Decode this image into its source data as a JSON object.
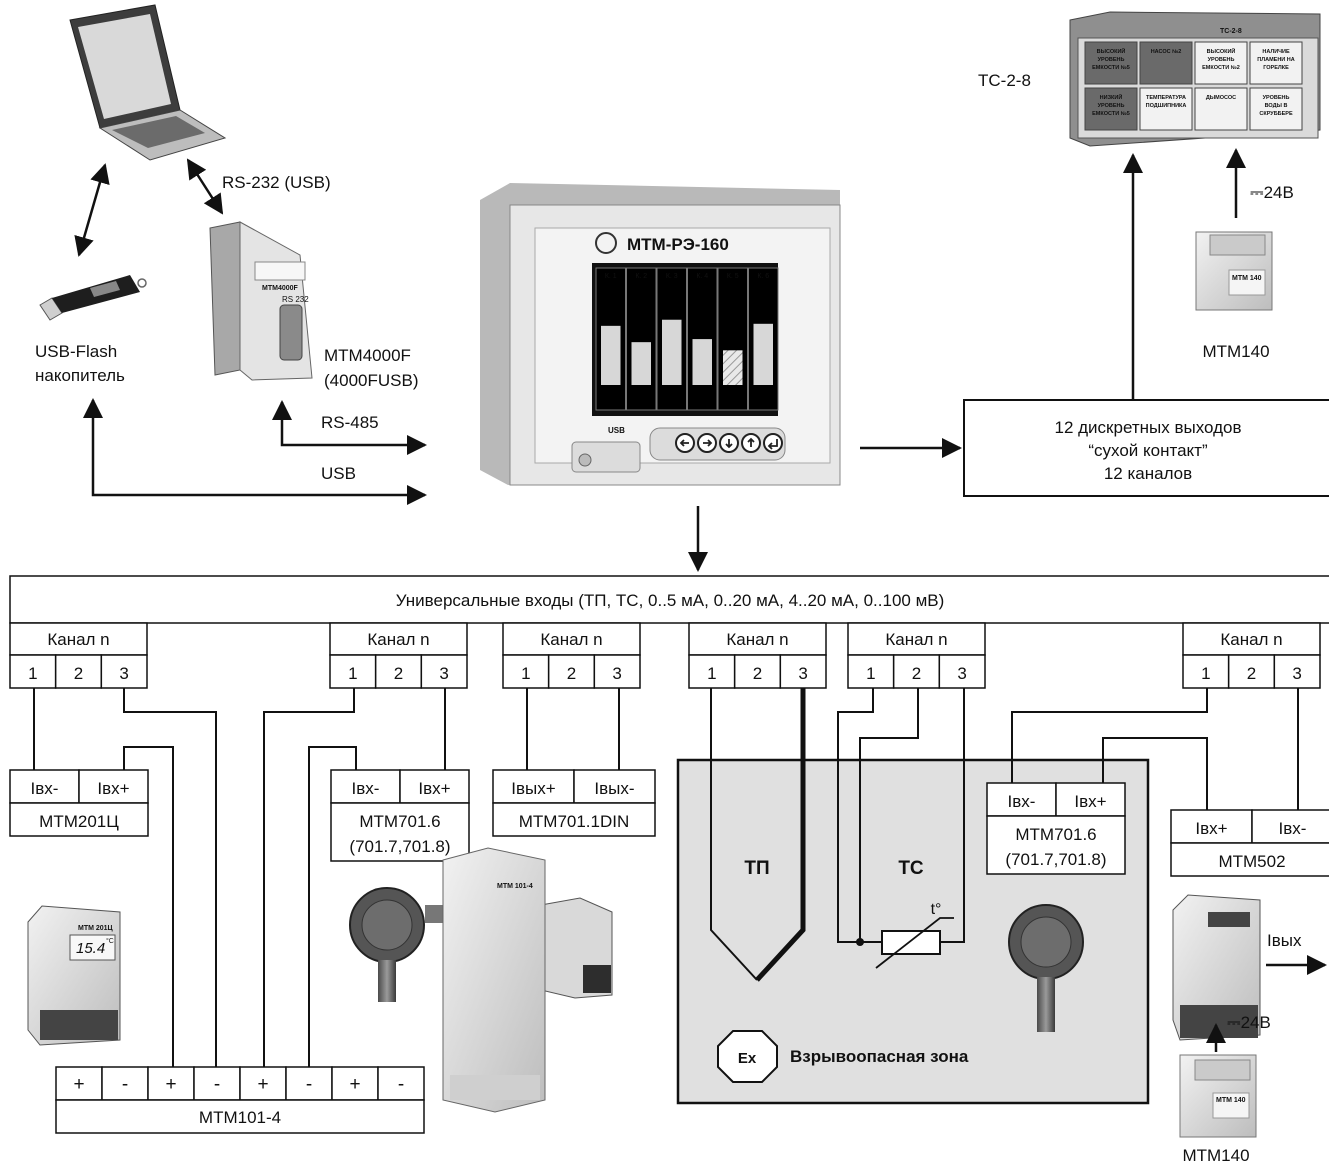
{
  "pc": {
    "rs232_label": "RS-232 (USB)",
    "usb_flash_label_1": "USB-Flash",
    "usb_flash_label_2": "накопитель",
    "converter_label_1": "МТМ4000F",
    "converter_label_2": "(4000FUSB)",
    "rs485_label": "RS-485",
    "usb_label": "USB",
    "converter_marking": "МТМ4000F",
    "converter_port": "RS 232"
  },
  "controller": {
    "title": "МТМ-РЭ-160",
    "channel_tabs": [
      "К. 1",
      "К. 2",
      "К. 3",
      "К. 4",
      "К. 5",
      "К. 6"
    ],
    "bar_levels": [
      0.58,
      0.42,
      0.64,
      0.45,
      0.34,
      0.6
    ],
    "usb_label": "USB"
  },
  "discrete_outputs": {
    "line1": "12 дискретных выходов",
    "line2": "“сухой контакт”",
    "line3": "12 каналов"
  },
  "signal_panel": {
    "label": "ТС-2-8",
    "mini_label": "ТС-2-8",
    "cells": [
      "ВЫСОКИЙ УРОВЕНЬ ЕМКОСТИ №5",
      "НАСОС №2",
      "ВЫСОКИЙ УРОВЕНЬ ЕМКОСТИ №2",
      "НАЛИЧИЕ ПЛАМЕНИ НА ГОРЕЛКЕ",
      "НИЗКИЙ УРОВЕНЬ ЕМКОСТИ №5",
      "ТЕМПЕРАТУРА ПОДШИПНИКА",
      "ДЫМОСОС",
      "УРОВЕНЬ ВОДЫ В СКРУББЕРЕ"
    ]
  },
  "power_top": {
    "voltage": "24В",
    "dc_symbol": "⎓",
    "label": "МТМ140",
    "device_marking": "МТМ 140"
  },
  "universal_inputs": {
    "title": "Универсальные входы (ТП, ТС, 0..5 мА, 0..20 мА, 4..20 мА, 0..100 мВ)",
    "channel_label": "Канал n",
    "pins": [
      "1",
      "2",
      "3"
    ]
  },
  "devices": {
    "mtm201": {
      "left": "Iвх-",
      "right": "Iвх+",
      "name": "МТМ201Ц",
      "display": "15.4",
      "marking": "МТМ 201Ц",
      "unit": "°C"
    },
    "mtm701_left": {
      "left": "Iвх-",
      "right": "Iвх+",
      "name": "МТМ701.6",
      "sub": "(701.7,701.8)"
    },
    "mtm701_1din": {
      "left": "Iвых+",
      "right": "Iвых-",
      "name": "МТМ701.1DIN"
    },
    "mtm701_right": {
      "left": "Iвх-",
      "right": "Iвх+",
      "name": "МТМ701.6",
      "sub": "(701.7,701.8)"
    },
    "mtm502": {
      "left": "Iвх+",
      "right": "Iвх-",
      "name": "МТМ502",
      "output": "Iвых"
    },
    "mtm101": {
      "terminals": [
        "+",
        "-",
        "+",
        "-",
        "+",
        "-",
        "+",
        "-"
      ],
      "name": "МТМ101-4",
      "marking": "МТМ 101-4"
    }
  },
  "sensors": {
    "thermocouple": "ТП",
    "rtd": "ТС",
    "temp_symbol": "t°"
  },
  "hazard_zone": {
    "ex_label": "Ex",
    "label": "Взрывоопасная зона"
  },
  "power_bottom": {
    "voltage": "24В",
    "dc_symbol": "⎓",
    "label": "МТМ140",
    "device_marking": "МТМ 140"
  }
}
